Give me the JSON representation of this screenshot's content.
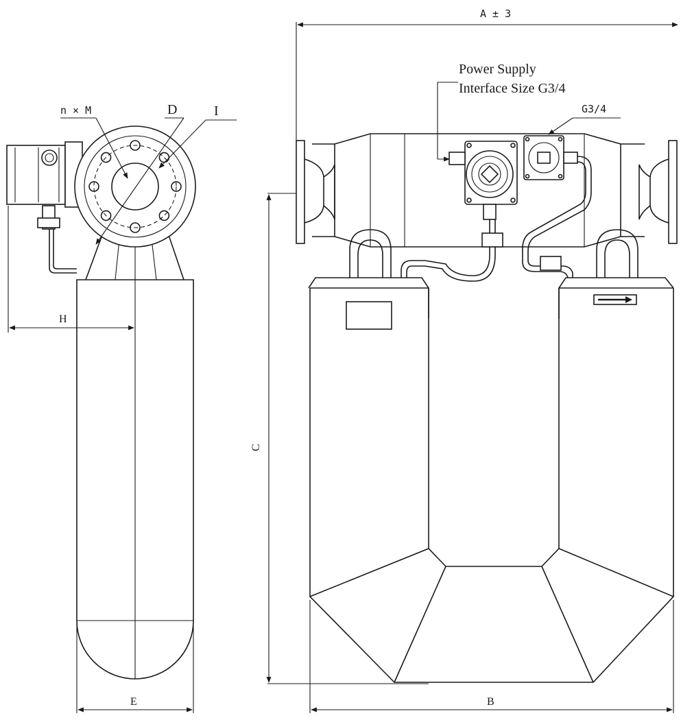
{
  "labels": {
    "dim_a": "A ± 3",
    "dim_b": "B",
    "dim_c": "C",
    "dim_e": "E",
    "dim_h": "H",
    "dim_d": "D",
    "dim_i": "I",
    "dim_nm": "n × M",
    "power_supply_line1": "Power Supply",
    "power_supply_line2": "Interface Size G3/4",
    "thread_g34": "G3/4"
  }
}
